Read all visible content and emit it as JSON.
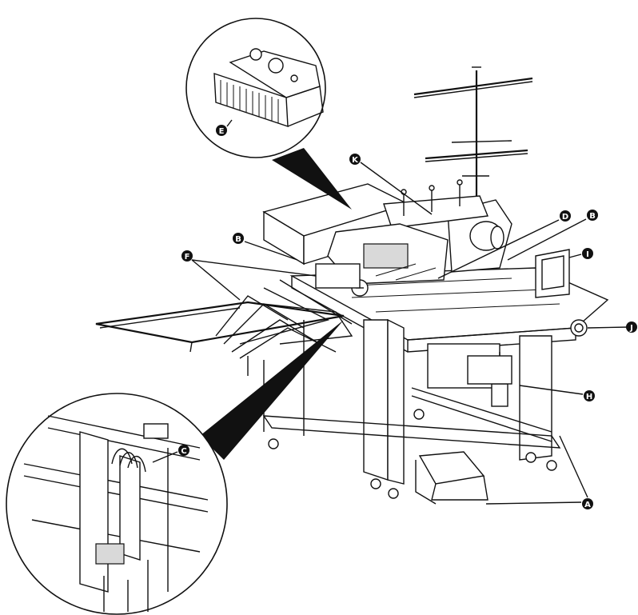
{
  "callouts": [
    {
      "id": "A",
      "label": "A"
    },
    {
      "id": "B1",
      "label": "B"
    },
    {
      "id": "B2",
      "label": "B"
    },
    {
      "id": "C",
      "label": "C"
    },
    {
      "id": "D",
      "label": "D"
    },
    {
      "id": "E",
      "label": "E"
    },
    {
      "id": "F",
      "label": "F"
    },
    {
      "id": "H",
      "label": "H"
    },
    {
      "id": "I",
      "label": "I"
    },
    {
      "id": "J",
      "label": "J"
    },
    {
      "id": "K",
      "label": "K"
    }
  ],
  "colors": {
    "ink": "#111111",
    "paper": "#ffffff",
    "shade": "#d9d9d9"
  }
}
